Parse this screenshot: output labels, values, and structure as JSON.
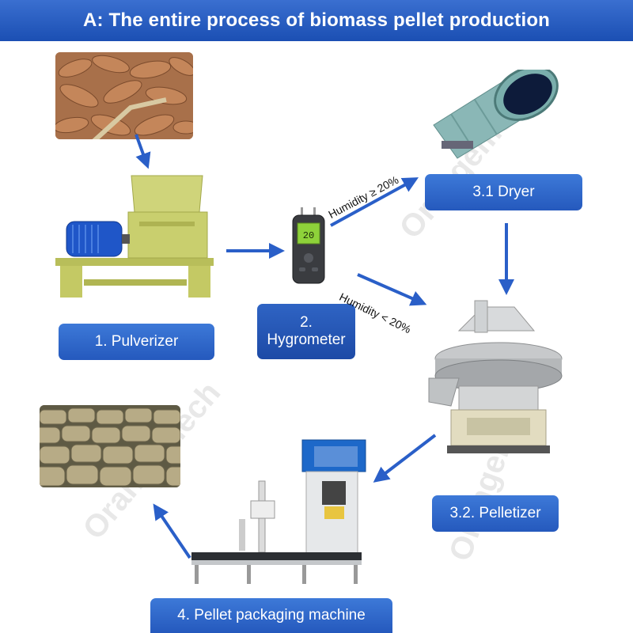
{
  "title": "A: The entire process of biomass pellet production",
  "steps": {
    "pulverizer": "1. Pulverizer",
    "hygrometer_num": "2.",
    "hygrometer_name": "Hygrometer",
    "dryer": "3.1 Dryer",
    "pelletizer": "3.2. Pelletizer",
    "packaging": "4. Pellet packaging machine"
  },
  "conditions": {
    "high": "Humidity ≥ 20%",
    "low": "Humidity < 20%"
  },
  "hygrometer_display": "20",
  "watermark": "Orangemech",
  "colors": {
    "accent_blue": "#2559bd",
    "arrow_blue": "#2a5fc8",
    "machine_green": "#c9cf6e"
  }
}
